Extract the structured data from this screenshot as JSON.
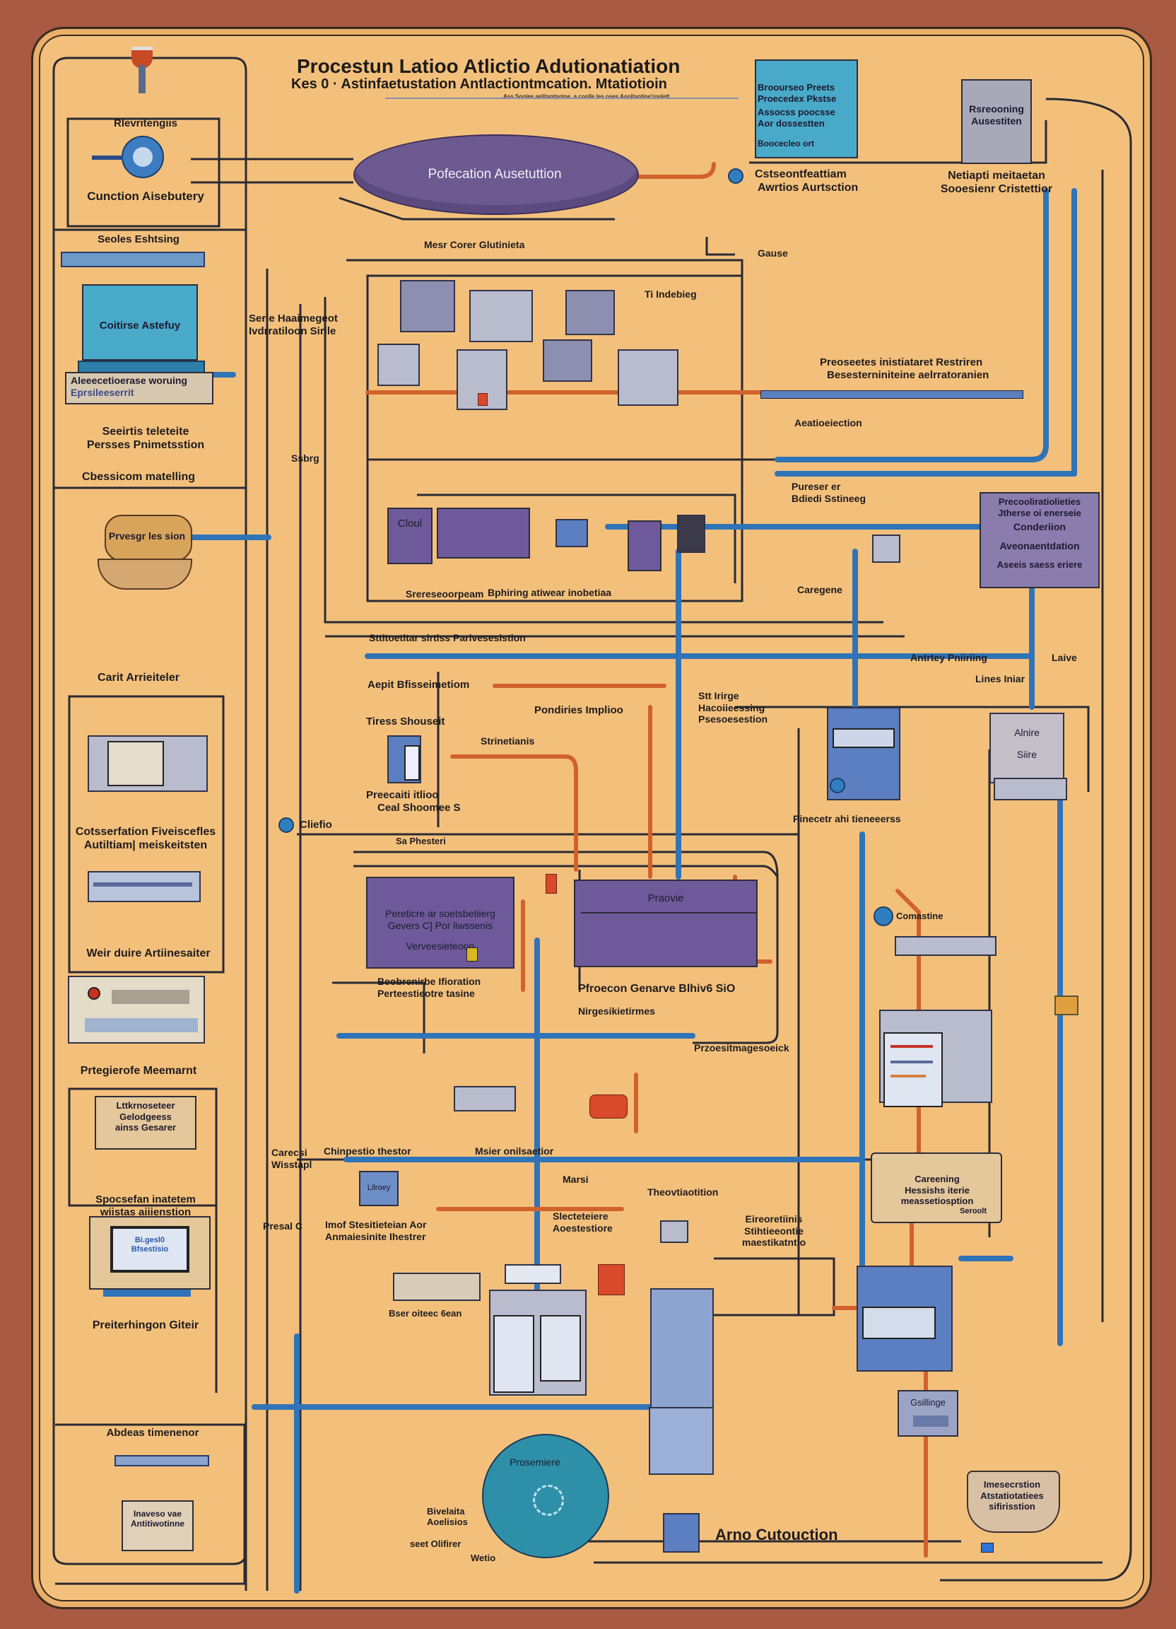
{
  "title": {
    "line1": "Procestun Latioo Atlictio Adutionatiation",
    "line2": "Kes 0 · Astinfaetustation Antlactiontmcation. Mtatiotioin",
    "caption": "Ass Soolee aelitantpotoe, a coolle les oses Aoo|taotine'roolelt"
  },
  "nodes": {
    "main_tank": "Pofecation Ausetuttion",
    "top_teal": {
      "l1": "Broourseo Preets",
      "l2": "Proecedex Pkstse",
      "l3": "Assocss poocsse",
      "l4": "Aor dossestten",
      "l5": "Boocecleo ort"
    },
    "top_gray": {
      "l1": "Rsreooning",
      "l2": "Ausestiten"
    },
    "top_gray_caption": {
      "l1": "Netiapti meitaetan",
      "l2": "Sooesienr Cristettior"
    },
    "valve_caption": {
      "l1": "Cstseontfeattiam",
      "l2": "Awrtios Aurtsction"
    },
    "mid_header": "Mesr Corer Glutinieta",
    "gause": "Gause",
    "indeching": "Ti Indebieg",
    "left_top_group": "Rlevritengiis",
    "left_top_caption": "Cunction Aisebutery",
    "left_bar_title": "Seoles Eshtsing",
    "left_teal_box": "Coitirse Astefuy",
    "left_panel": {
      "l1": "Aleeecetioerase woruing",
      "l2": "Eprsileeserrit"
    },
    "left_caption1": {
      "l1": "Seeirtis teleteite",
      "l2": "Persses Pnimetsstion"
    },
    "left_caption2": "Cbessicom matelling",
    "mgmt": {
      "l1": "Serie Haaimegeot",
      "l2": "Ivdrratiloon Sirile"
    },
    "pressure_tank": "Prvesgr les sion",
    "right_mid": {
      "l1": "Preoseetes inistiataret Restriren",
      "l2": "Besesterniniteine aelrratoranien"
    },
    "aeal": "Aeatioeiection",
    "ssbrg": "Ssbrg",
    "preset": {
      "l1": "Pureser er",
      "l2": "Bdiedi Sstineeg"
    },
    "right_purple": {
      "l1": "Precooliratiolieties",
      "l2": "Jtherse oi enerseie",
      "l3": "Conderiion",
      "l4": "Aveonaentdation",
      "l5": "Aseeis saess eriere"
    },
    "caregene": "Caregene",
    "cloud_box": "Cloul",
    "cloud_caption1": "Srereseoorpeam",
    "cloud_caption2": "Bphiring atiwear inobetiaa",
    "strip": "Sttitoetitar sirtiss Parivesesistion",
    "carit": "Carit Arrieiteler",
    "aept": "Aepit Bfisseimetiom",
    "polidries": "Pondiries Implioo",
    "sttrirge": {
      "l1": "Stt Irirge",
      "l2": "Hacoiieessing",
      "l3": "Psesoesestion"
    },
    "antery": "Antrtey Pniiriing",
    "latve": "Laive",
    "lines": "Lines Iniar",
    "aldre": {
      "l1": "Alnire",
      "l2": "Siire"
    },
    "pinecerr": "Pinecetr ahi tieneeerss",
    "tiress": "Tiress Shouseit",
    "strinetanis": "Strinetianis",
    "preccal": {
      "l1": "Preecaiti itlioo",
      "l2": "Ceal Shoomee S"
    },
    "cliefio": "Cliefio",
    "sapheiro": "Sa Phesteri",
    "cohs": {
      "l1": "Cotsserfation Fiveiscefles",
      "l2": "Autiltiam| meiskeitsten"
    },
    "purple_left": {
      "l1": "Pereticre ar soetsbetiierg",
      "l2": "Gevers C] Por liwssenis",
      "l3": "Verveesieteoon"
    },
    "purple_left_caption": {
      "l1": "Beobrenirbe Ifioration",
      "l2": "Perteestieotre tasine"
    },
    "purple_right": "Praovie",
    "purple_right_caption1": "Pfroecon Genarve Blhiv6 SiO",
    "purple_right_caption2": "Nirgesikietirmes",
    "prozes": "Przoesitmagesoeick",
    "wiei": "Weir duire Artiinesaiter",
    "prergie": "Prtegierofe Meemarnt",
    "embrosser": {
      "l1": "Lttkrnoseteer",
      "l2": "Gelodgeess",
      "l3": "ainss Gesarer"
    },
    "sporsian": {
      "l1": "Spocsefan inatetem",
      "l2": "wiistas aiiienstion"
    },
    "monitor": {
      "l1": "Bi.gesl0",
      "l2": "Bfsestisio"
    },
    "preehing": "Preiterhingon Giteir",
    "abdeas": "Abdeas timenenor",
    "inave": {
      "l1": "Inaveso vae",
      "l2": "Antitiwotinne"
    },
    "caresi": {
      "l1": "Carecsi",
      "l2": "Wisstapl"
    },
    "presac": "Presal C",
    "chim": "Chinpestio thestor",
    "msier": "Msier onilsaetior",
    "marsi": "Marsi",
    "inoey": "Lilroey",
    "thopy": "Theovtiaotition",
    "sicetie": {
      "l1": "Slecteteiere",
      "l2": "Aoestestiore"
    },
    "imof": {
      "l1": "Imof Stesitieteian Aor",
      "l2": "Anmaiesinite Ihestrer"
    },
    "tiree": {
      "l1": "Eireoretiinis",
      "l2": "Stihtieeontie",
      "l3": "maestikatntio"
    },
    "bser": "Bser oiteec 6ean",
    "careening": {
      "l1": "Careening",
      "l2": "Hessishs iterie",
      "l3": "meassetiosption",
      "l4": "Seroolt"
    },
    "gallinge": "Gsillinge",
    "imeserction": {
      "l1": "Imesecrstion",
      "l2": "Atstatiotatiees",
      "l3": "sifirisstion"
    },
    "prosemiere": "Prosemiere",
    "bivelalia": {
      "l1": "Bivelaita",
      "l2": "Aoelisios"
    },
    "seet": "seet Olifirer",
    "welio": "Wetio",
    "armo": "Arno Cutouction"
  },
  "colors": {
    "background": "#a85a42",
    "panel": "#f3c07c",
    "pipe_blue": "#2f74b8",
    "pipe_orange": "#d1622c",
    "purple": "#6e5a9a",
    "teal": "#49a9c9"
  }
}
